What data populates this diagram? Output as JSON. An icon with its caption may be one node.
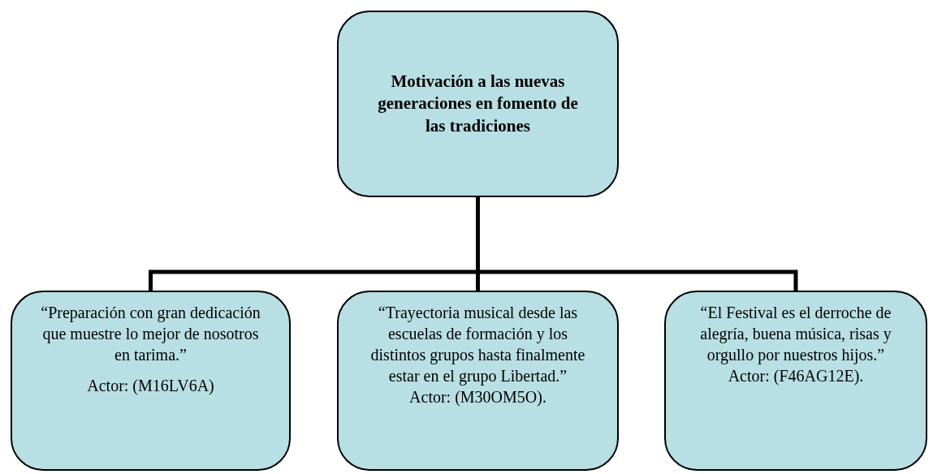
{
  "diagram": {
    "nodes": [
      {
        "text": [
          "Motivación a las nuevas generaciones en fomento de las tradiciones"
        ]
      },
      {
        "text": [
          "“Preparación con gran dedicación que muestre lo mejor de nosotros en tarima.”",
          "Actor: (M16LV6A)"
        ]
      },
      {
        "text": [
          "“Trayectoria musical desde las escuelas de formación y los distintos grupos hasta finalmente estar en el grupo Libertad.”",
          "Actor: (M30OM5O)."
        ]
      },
      {
        "text": [
          "“El Festival es el derroche de alegría, buena música, risas y orgullo por nuestros hijos.”",
          "Actor: (F46AG12E)."
        ]
      }
    ],
    "edges": [
      {
        "from": 0,
        "to": 1,
        "arrow": "none"
      },
      {
        "from": 0,
        "to": 2,
        "arrow": "none"
      },
      {
        "from": 0,
        "to": 3,
        "arrow": "none"
      }
    ]
  }
}
